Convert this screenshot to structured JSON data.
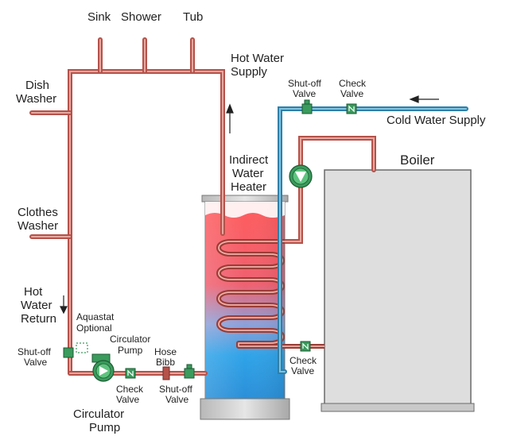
{
  "labels": {
    "sink": "Sink",
    "shower": "Shower",
    "tub": "Tub",
    "hot_water_supply": [
      "Hot Water",
      "Supply"
    ],
    "dish_washer": [
      "Dish",
      "Washer"
    ],
    "clothes_washer": [
      "Clothes",
      "Washer"
    ],
    "hot_water_return": [
      "Hot",
      "Water",
      "Return"
    ],
    "aquastat": [
      "Aquastat",
      "Optional"
    ],
    "shutoff_left": [
      "Shut-off",
      "Valve"
    ],
    "circulator_pump_small": [
      "Circulator",
      "Pump"
    ],
    "hose_bibb": [
      "Hose",
      "Bibb"
    ],
    "check_valve_bottom": [
      "Check",
      "Valve"
    ],
    "shutoff_bottom": [
      "Shut-off",
      "Valve"
    ],
    "circulator_pump_big": [
      "Circulator",
      "Pump"
    ],
    "indirect_water_heater": [
      "Indirect",
      "Water",
      "Heater"
    ],
    "shutoff_top": [
      "Shut-off",
      "Valve"
    ],
    "check_valve_top": [
      "Check",
      "Valve"
    ],
    "cold_water_supply": "Cold Water Supply",
    "boiler": "Boiler",
    "check_valve_right": [
      "Check",
      "Valve"
    ]
  },
  "colors": {
    "hot_pipe": "#b5524a",
    "hot_pipe_light": "#e7a69e",
    "cold_pipe": "#2f7fa8",
    "cold_pipe_light": "#7fc2e0",
    "valve_green": "#3a9b5c",
    "boiler_fill": "#dedede",
    "tank_hot": "#ef5a5a",
    "tank_cold": "#3aa7e3"
  }
}
